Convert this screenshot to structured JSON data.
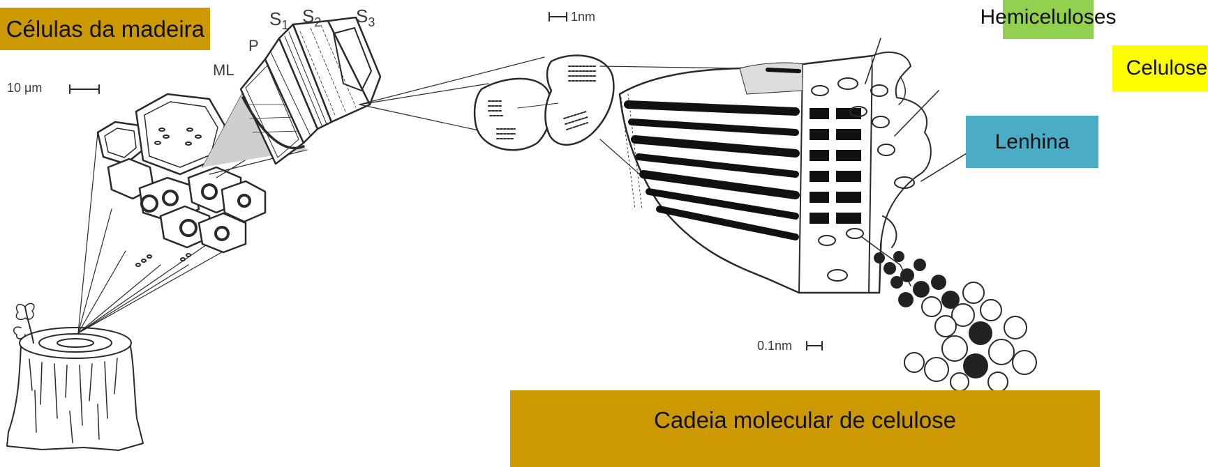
{
  "callouts": {
    "wood_cells": {
      "text": "Células da madeira",
      "color": "#cc9900"
    },
    "hemicelluloses": {
      "text": "Hemiceluloses",
      "color": "#92d050"
    },
    "cellulose": {
      "text": "Celulose",
      "color": "#ffff00"
    },
    "lignin": {
      "text": "Lenhina",
      "color": "#4bacc6"
    },
    "molecular_chain": {
      "text": "Cadeia molecular de celulose",
      "color": "#cc9900"
    }
  },
  "layer_labels": {
    "ml": "ML",
    "p": "P",
    "s1": "S",
    "s1_sub": "1",
    "s2": "S",
    "s2_sub": "2",
    "s3": "S",
    "s3_sub": "3"
  },
  "scale_labels": {
    "micro": "10 μm",
    "nano": "1nm",
    "angstrom": "0.1nm"
  }
}
